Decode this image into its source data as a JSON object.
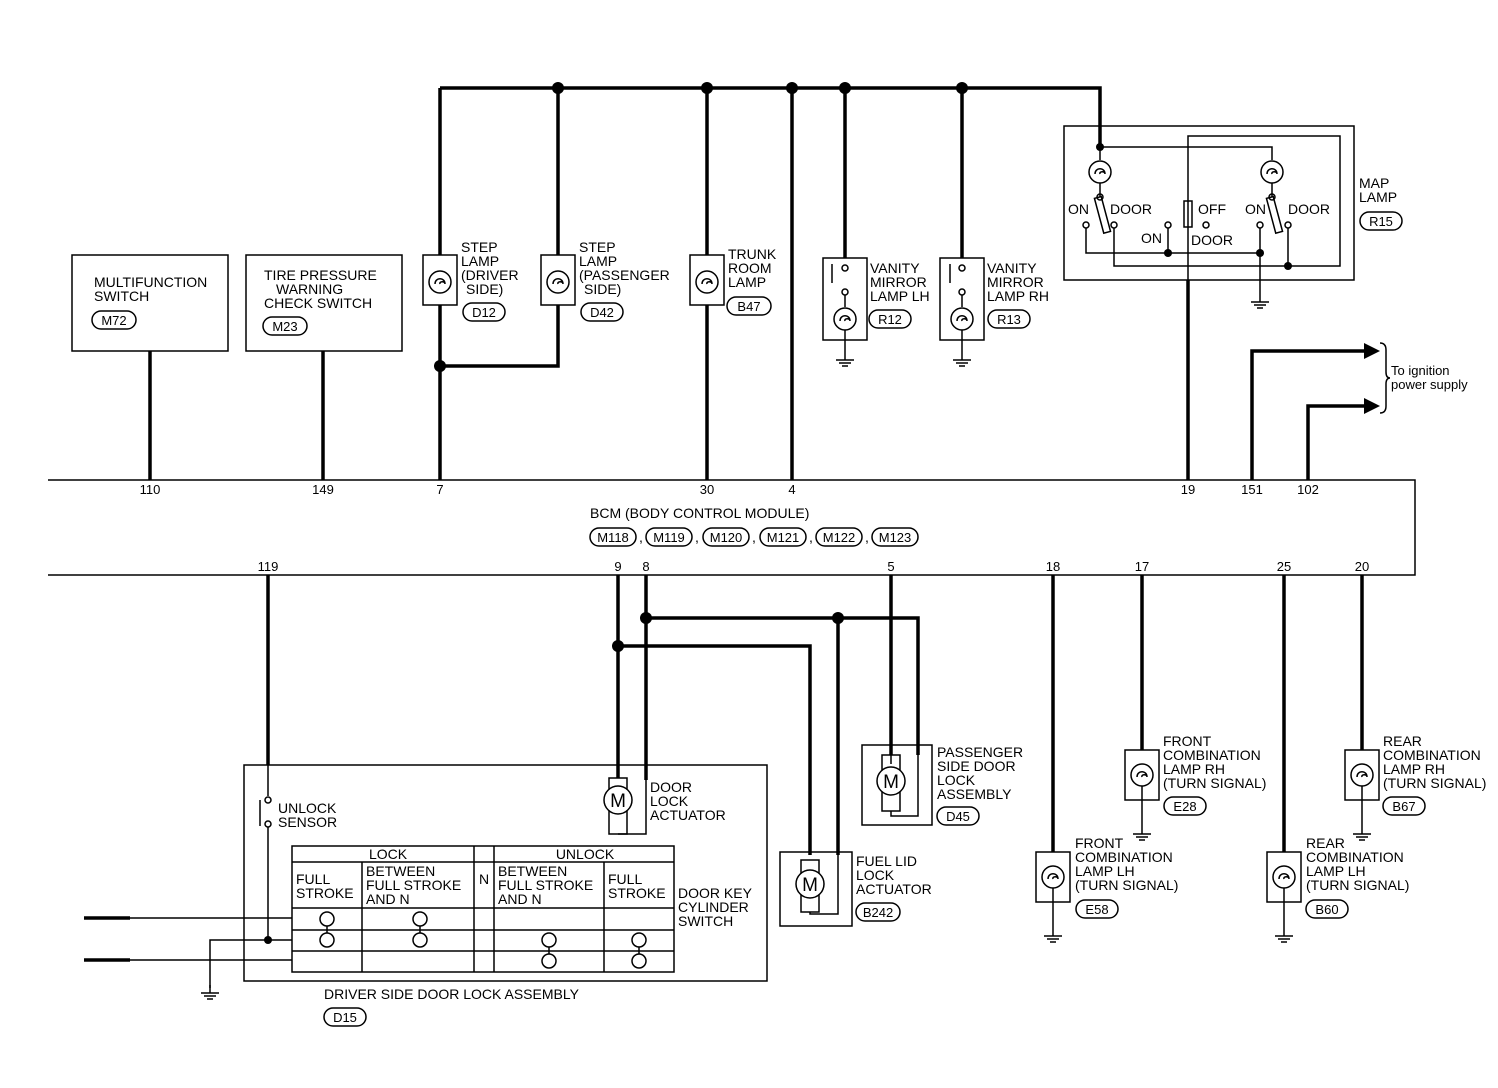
{
  "components": {
    "multifunction_switch": {
      "name": [
        "MULTIFUNCTION",
        "SWITCH"
      ],
      "connector": "M72"
    },
    "tire_pressure_switch": {
      "name": [
        "TIRE PRESSURE",
        "WARNING",
        "CHECK SWITCH"
      ],
      "connector": "M23"
    },
    "step_lamp_driver": {
      "name": [
        "STEP",
        "LAMP",
        "(DRIVER",
        "SIDE)"
      ],
      "connector": "D12"
    },
    "step_lamp_passenger": {
      "name": [
        "STEP",
        "LAMP",
        "(PASSENGER",
        "SIDE)"
      ],
      "connector": "D42"
    },
    "trunk_room_lamp": {
      "name": [
        "TRUNK",
        "ROOM",
        "LAMP"
      ],
      "connector": "B47"
    },
    "vanity_mirror_lh": {
      "name": [
        "VANITY",
        "MIRROR",
        "LAMP LH"
      ],
      "connector": "R12"
    },
    "vanity_mirror_rh": {
      "name": [
        "VANITY",
        "MIRROR",
        "LAMP RH"
      ],
      "connector": "R13"
    },
    "map_lamp": {
      "name": [
        "MAP",
        "LAMP"
      ],
      "connector": "R15",
      "labels": {
        "on": "ON",
        "door": "DOOR",
        "off": "OFF"
      }
    },
    "ignition": {
      "name": [
        "To ignition",
        "power supply"
      ]
    },
    "bcm": {
      "name": "BCM (BODY CONTROL MODULE)",
      "connectors": [
        "M118",
        "M119",
        "M120",
        "M121",
        "M122",
        "M123"
      ],
      "sep": ","
    },
    "door_lock_actuator": {
      "name": [
        "DOOR",
        "LOCK",
        "ACTUATOR"
      ]
    },
    "fuel_lid": {
      "name": [
        "FUEL LID",
        "LOCK",
        "ACTUATOR"
      ],
      "connector": "B242"
    },
    "passenger_door_lock": {
      "name": [
        "PASSENGER",
        "SIDE DOOR",
        "LOCK",
        "ASSEMBLY"
      ],
      "connector": "D45"
    },
    "front_comb_rh": {
      "name": [
        "FRONT",
        "COMBINATION",
        "LAMP RH",
        "(TURN SIGNAL)"
      ],
      "connector": "E28"
    },
    "front_comb_lh": {
      "name": [
        "FRONT",
        "COMBINATION",
        "LAMP LH",
        "(TURN SIGNAL)"
      ],
      "connector": "E58"
    },
    "rear_comb_rh": {
      "name": [
        "REAR",
        "COMBINATION",
        "LAMP RH",
        "(TURN SIGNAL)"
      ],
      "connector": "B67"
    },
    "rear_comb_lh": {
      "name": [
        "REAR",
        "COMBINATION",
        "LAMP LH",
        "(TURN SIGNAL)"
      ],
      "connector": "B60"
    },
    "driver_door_lock": {
      "name": "DRIVER SIDE DOOR LOCK ASSEMBLY",
      "connector": "D15"
    },
    "unlock_sensor": {
      "name": [
        "UNLOCK",
        "SENSOR"
      ]
    },
    "door_key_switch": {
      "name": [
        "DOOR KEY",
        "CYLINDER",
        "SWITCH"
      ]
    }
  },
  "switch_table": {
    "lock": "LOCK",
    "unlock": "UNLOCK",
    "n": "N",
    "full_stroke": [
      "FULL",
      "STROKE"
    ],
    "between": [
      "BETWEEN",
      "FULL STROKE",
      "AND N"
    ]
  },
  "motor_symbol": "M",
  "pins": {
    "p110": "110",
    "p149": "149",
    "p7": "7",
    "p30": "30",
    "p4": "4",
    "p19": "19",
    "p151": "151",
    "p102": "102",
    "p119": "119",
    "p9": "9",
    "p8": "8",
    "p5": "5",
    "p18": "18",
    "p17": "17",
    "p25": "25",
    "p20": "20"
  }
}
